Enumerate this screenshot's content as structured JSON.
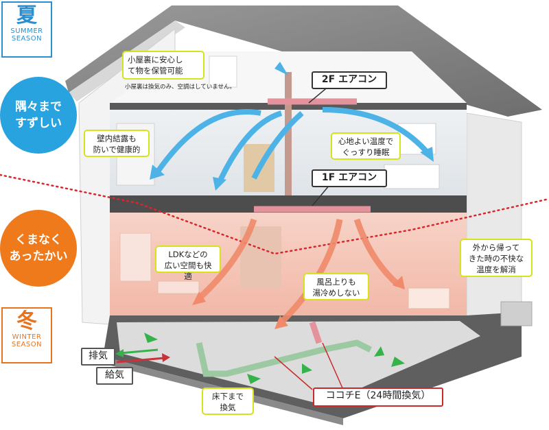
{
  "summer": {
    "kanji": "夏",
    "en1": "SUMMER",
    "en2": "SEASON",
    "color": "#2a8fd0"
  },
  "winter": {
    "kanji": "冬",
    "en1": "WINTER",
    "en2": "SEASON",
    "color": "#e8731c"
  },
  "summer_circle": {
    "line1": "隅々まで",
    "line2": "すずしい",
    "color": "#29a3df"
  },
  "winter_circle": {
    "line1": "くまなく",
    "line2": "あったかい",
    "color": "#ee7a1c"
  },
  "callouts": {
    "attic": {
      "line1": "小屋裏に安心し",
      "line2": "て物を保管可能"
    },
    "attic_note": "小屋裏は換気のみ、空調はしていません。",
    "wall": {
      "line1": "壁内結露も",
      "line2": "防いで健康的"
    },
    "sleep": {
      "line1": "心地よい温度で",
      "line2": "ぐっすり睡眠"
    },
    "ldk": {
      "line1": "LDKなどの",
      "line2": "広い空間も快適"
    },
    "bath": {
      "line1": "風呂上りも",
      "line2": "湯冷めしない"
    },
    "outside": {
      "line1": "外から帰って",
      "line2": "きた時の不快な",
      "line3": "温度を解消"
    },
    "floor": {
      "line1": "床下まで",
      "line2": "換気"
    }
  },
  "labels": {
    "ac2f": "2F エアコン",
    "ac1f": "1F エアコン",
    "exhaust": "排気",
    "supply": "給気",
    "system": "ココチE（24時間換気）"
  },
  "colors": {
    "cool": "#4db3e6",
    "warm": "#f08a6a",
    "callout_border": "#d6e21a",
    "divider": "#d9262c"
  }
}
